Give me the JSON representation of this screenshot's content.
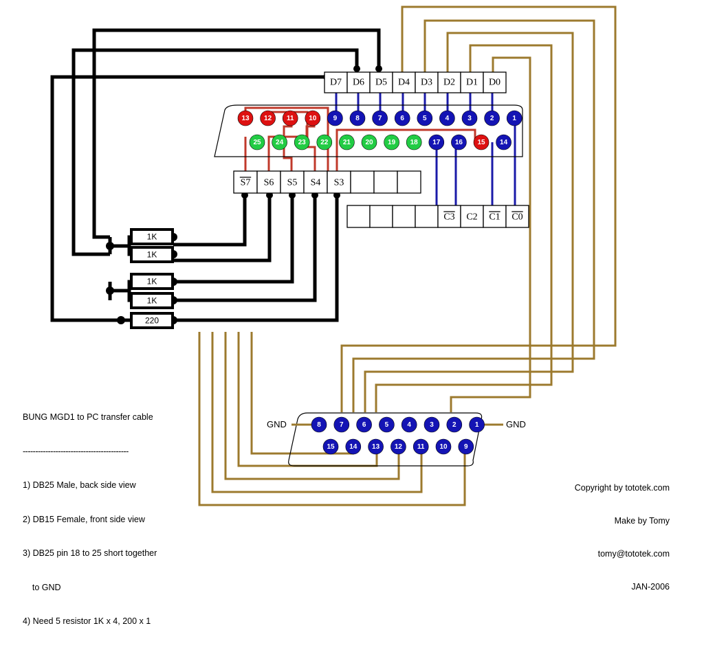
{
  "meta": {
    "title": "BUNG MGD1 to PC transfer cable"
  },
  "colors": {
    "wire_black": "#000000",
    "wire_red": "#c0392b",
    "wire_blue": "#1a1aa8",
    "wire_brown": "#9c7a2e",
    "pin_blue": "#1414b4",
    "pin_red": "#dd1111",
    "pin_green": "#22cc44",
    "outline": "#000000",
    "background": "#ffffff"
  },
  "data_register": {
    "name": "D-register",
    "cells": [
      "D7",
      "D6",
      "D5",
      "D4",
      "D3",
      "D2",
      "D1",
      "D0"
    ]
  },
  "status_register": {
    "name": "S-register",
    "cells": [
      "S7",
      "S6",
      "S5",
      "S4",
      "S3",
      "",
      "",
      ""
    ],
    "overline": [
      true,
      false,
      false,
      false,
      false,
      false,
      false,
      false
    ]
  },
  "control_register": {
    "name": "C-register",
    "cells": [
      "",
      "",
      "",
      "",
      "C3",
      "C2",
      "C1",
      "C0"
    ],
    "overline": [
      false,
      false,
      false,
      false,
      true,
      false,
      true,
      true
    ]
  },
  "db25": {
    "label": "DB25 Male, back side view",
    "top_row": [
      {
        "pin": "13",
        "color": "red"
      },
      {
        "pin": "12",
        "color": "red"
      },
      {
        "pin": "11",
        "color": "red"
      },
      {
        "pin": "10",
        "color": "red"
      },
      {
        "pin": "9",
        "color": "blue"
      },
      {
        "pin": "8",
        "color": "blue"
      },
      {
        "pin": "7",
        "color": "blue"
      },
      {
        "pin": "6",
        "color": "blue"
      },
      {
        "pin": "5",
        "color": "blue"
      },
      {
        "pin": "4",
        "color": "blue"
      },
      {
        "pin": "3",
        "color": "blue"
      },
      {
        "pin": "2",
        "color": "blue"
      },
      {
        "pin": "1",
        "color": "blue"
      }
    ],
    "bottom_row": [
      {
        "pin": "25",
        "color": "green"
      },
      {
        "pin": "24",
        "color": "green"
      },
      {
        "pin": "23",
        "color": "green"
      },
      {
        "pin": "22",
        "color": "green"
      },
      {
        "pin": "21",
        "color": "green"
      },
      {
        "pin": "20",
        "color": "green"
      },
      {
        "pin": "19",
        "color": "green"
      },
      {
        "pin": "18",
        "color": "green"
      },
      {
        "pin": "17",
        "color": "blue"
      },
      {
        "pin": "16",
        "color": "blue"
      },
      {
        "pin": "15",
        "color": "red"
      },
      {
        "pin": "14",
        "color": "blue"
      }
    ]
  },
  "db15": {
    "label": "DB15 Female, front side view",
    "top_row": [
      "8",
      "7",
      "6",
      "5",
      "4",
      "3",
      "2",
      "1"
    ],
    "bottom_row": [
      "15",
      "14",
      "13",
      "12",
      "11",
      "10",
      "9"
    ],
    "gnd_left": "GND",
    "gnd_right": "GND"
  },
  "resistors": [
    {
      "value": "1K"
    },
    {
      "value": "1K"
    },
    {
      "value": "1K"
    },
    {
      "value": "1K"
    },
    {
      "value": "220"
    }
  ],
  "legend": {
    "title": "BUNG MGD1 to PC transfer cable",
    "rule": "------------------------------------------",
    "lines": [
      "1) DB25 Male, back side view",
      "2) DB15 Female, front side view",
      "3) DB25 pin 18 to 25 short together",
      "    to GND",
      "4) Need 5 resistor 1K x 4, 200 x 1"
    ]
  },
  "copyright": {
    "lines": [
      "Copyright by tototek.com",
      "Make by Tomy",
      "tomy@tototek.com",
      "JAN-2006"
    ]
  }
}
